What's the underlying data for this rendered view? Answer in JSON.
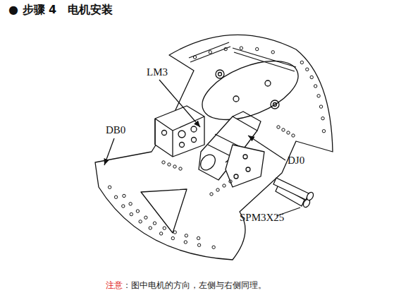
{
  "diagram": {
    "title": "● 步骤 4　电机安装",
    "labels": [
      "LM3",
      "DB0",
      "DJ0",
      "SPM3X25",
      "注意",
      "：图中电机的方向，左侧与右侧同理。"
    ]
  }
}
